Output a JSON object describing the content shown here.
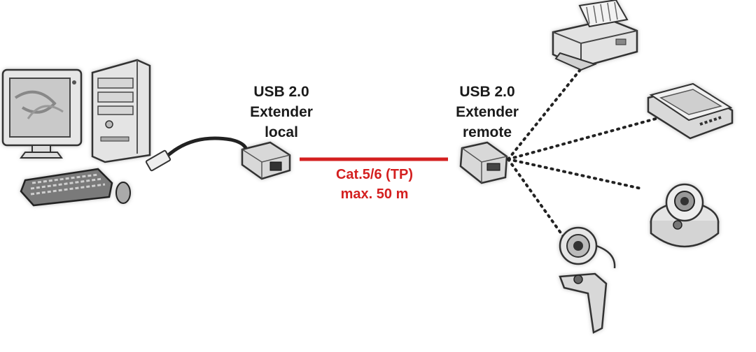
{
  "local_extender": {
    "lines": [
      "USB 2.0",
      "Extender",
      "local"
    ]
  },
  "remote_extender": {
    "lines": [
      "USB 2.0",
      "Extender",
      "remote"
    ]
  },
  "cable": {
    "lines": [
      "Cat.5/6 (TP)",
      "max. 50 m"
    ],
    "color": "#d42020"
  },
  "devices": [
    {
      "icon": "computer-icon"
    },
    {
      "icon": "printer-icon"
    },
    {
      "icon": "scanner-icon"
    },
    {
      "icon": "dome-camera-icon"
    },
    {
      "icon": "webcam-icon"
    }
  ]
}
